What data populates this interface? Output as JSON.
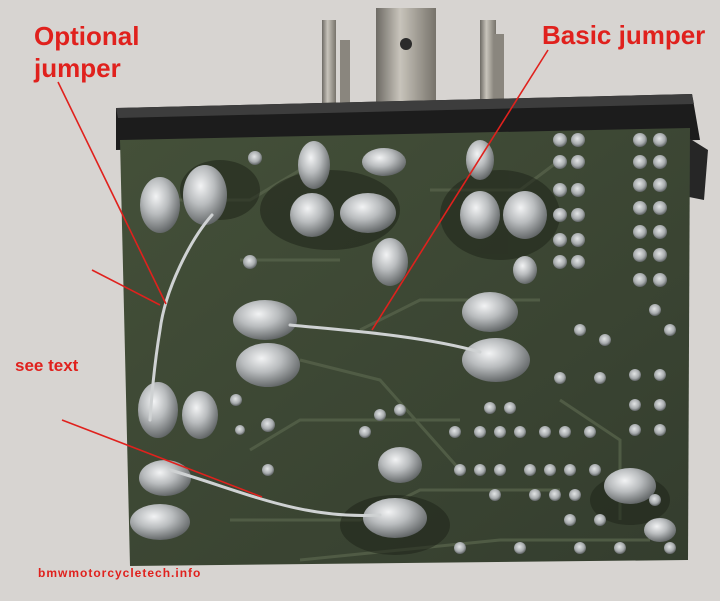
{
  "annotations": {
    "optional_line1": "Optional",
    "optional_line2": "jumper",
    "basic": "Basic jumper",
    "see_text": "see text"
  },
  "watermark": "bmwmotorcycletech.info",
  "colors": {
    "annotation": "#e0211d",
    "watermark": "#e0211d",
    "background": "#d7d4d1",
    "pcb": "#3f4a36",
    "solder": "#b9bcbe",
    "casing": "#1c1c1c"
  }
}
